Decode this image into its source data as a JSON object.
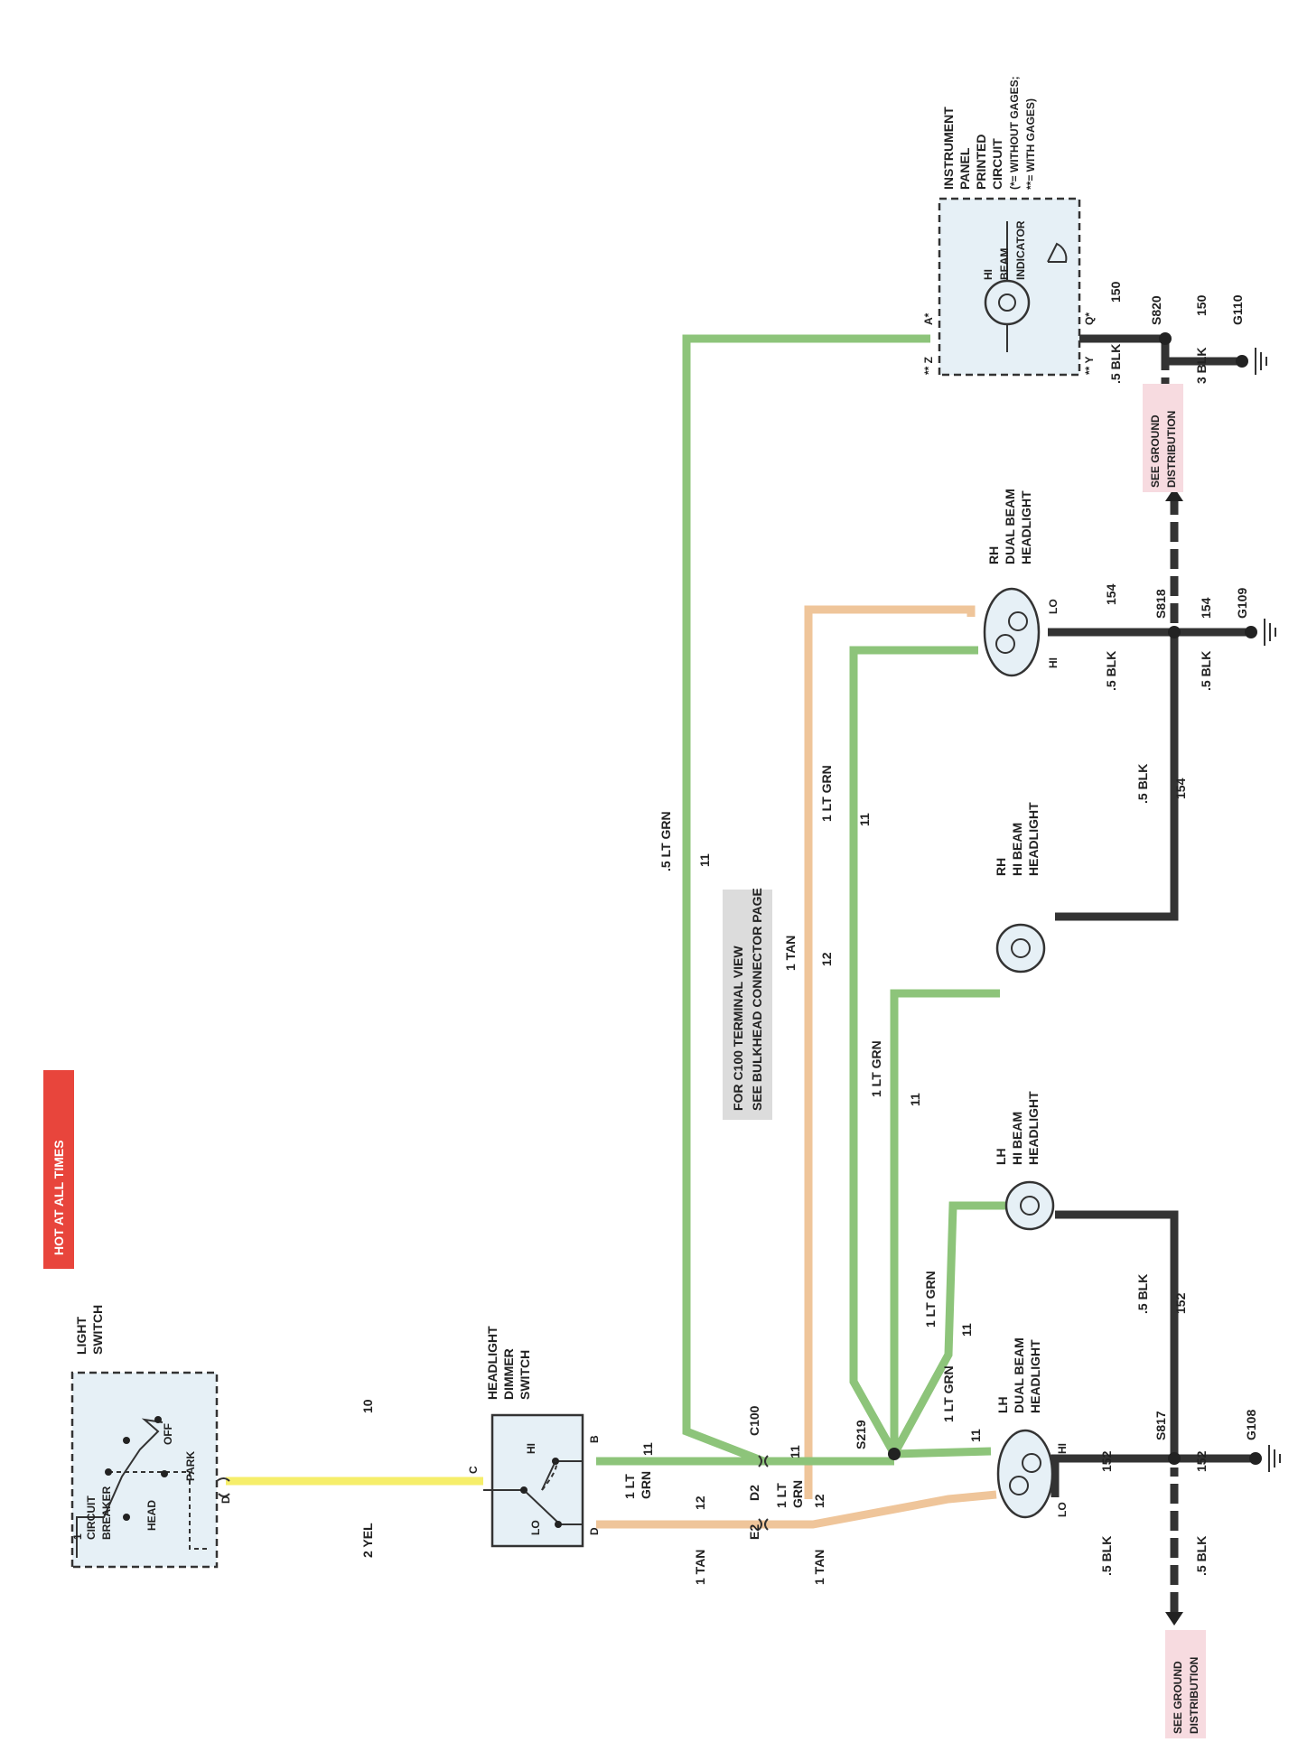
{
  "hot_tag": "HOT AT ALL TIMES",
  "light_switch": {
    "title": [
      "LIGHT",
      "SWITCH"
    ],
    "cb_label": [
      "CIRCUIT",
      "BREAKER"
    ],
    "head": "HEAD",
    "off": "OFF",
    "park": "PARK",
    "pin_1": "1",
    "pin_d": "D"
  },
  "dimmer_switch": {
    "title": [
      "HEADLIGHT",
      "DIMMER",
      "SWITCH"
    ],
    "hi": "HI",
    "lo": "LO",
    "pin_c": "C",
    "pin_b": "B",
    "pin_d": "D"
  },
  "wires": {
    "yel_wire": "2 YEL",
    "yel_circuit": "10",
    "dim_b_wire": [
      "1 LT",
      "GRN"
    ],
    "dim_b_circuit": "11",
    "dim_d_wire": "1 TAN",
    "dim_d_circuit": "12",
    "c100_d2_wire": [
      "1 LT",
      "GRN"
    ],
    "c100_d2_circuit": "11",
    "c100_e2_wire": "1 TAN",
    "c100_e2_circuit": "12",
    "top_green_wire": ".5 LT GRN",
    "top_green_circuit": "11",
    "tan_long_wire": "1 TAN",
    "tan_long_circuit": "12",
    "rh_dual_feed_wire": "1 LT GRN",
    "rh_dual_feed_circuit": "11",
    "rh_hi_feed_wire": "1 LT GRN",
    "rh_hi_feed_circuit": "11",
    "lh_hi_feed_wire": "1 LT GRN",
    "lh_hi_feed_circuit": "11",
    "lh_dual_feed_wire": "1 LT GRN",
    "lh_dual_feed_circuit": "11"
  },
  "connectors": {
    "c100": "C100",
    "d2": "D2",
    "e2": "E2",
    "s219": "S219"
  },
  "note_c100": [
    "FOR C100 TERMINAL VIEW",
    "SEE BULKHEAD CONNECTOR PAGE"
  ],
  "lamps": {
    "lh_dual": [
      "LH",
      "DUAL BEAM",
      "HEADLIGHT"
    ],
    "lh_hi": [
      "LH",
      "HI BEAM",
      "HEADLIGHT"
    ],
    "rh_hi": [
      "RH",
      "HI BEAM",
      "HEADLIGHT"
    ],
    "rh_dual": [
      "RH",
      "DUAL BEAM",
      "HEADLIGHT"
    ],
    "lo": "LO",
    "hi": "HI"
  },
  "instrument_panel": {
    "title": [
      "INSTRUMENT",
      "PANEL",
      "PRINTED",
      "CIRCUIT",
      "(*= WITHOUT GAGES;",
      "**= WITH GAGES)"
    ],
    "indicator": [
      "HI",
      "BEAM",
      "INDICATOR"
    ],
    "pin_a": "A*",
    "pin_z": "** Z",
    "pin_q": "Q*",
    "pin_y": "** Y"
  },
  "grounds": {
    "s817": "S817",
    "g108": "G108",
    "c152": "152",
    "blk_05": ".5 BLK",
    "s818": "S818",
    "g109": "G109",
    "c154": "154",
    "s820": "S820",
    "g110": "G110",
    "c150": "150",
    "blk_3": "3 BLK",
    "see_ground": [
      "SEE GROUND",
      "DISTRIBUTION"
    ]
  },
  "colors": {
    "green": "#8dc47a",
    "tan": "#efc59a",
    "yellow": "#f6ee6a",
    "black": "#333333",
    "red_tag": "#e8453c",
    "pink_tag": "#f7dbe0",
    "box_fill": "#e6f0f6"
  }
}
